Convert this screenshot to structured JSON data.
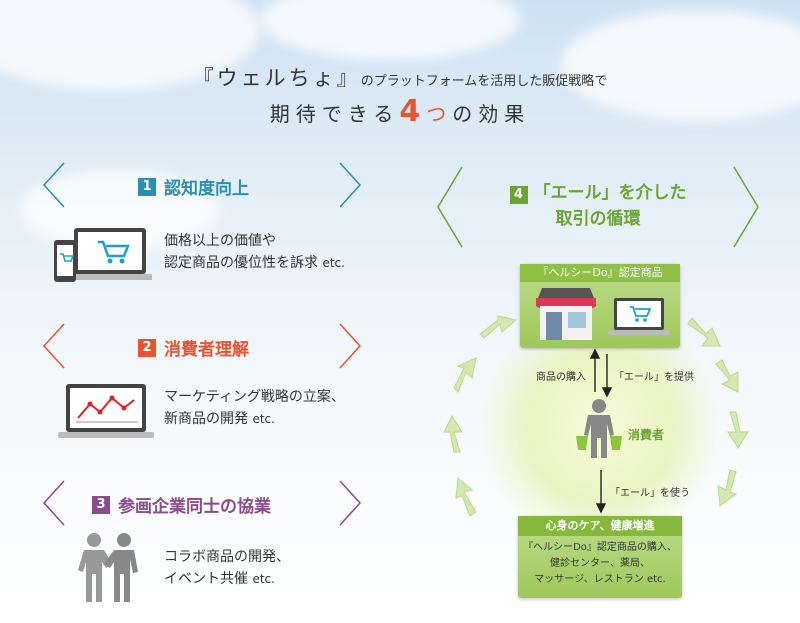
{
  "header": {
    "brand": "『ウェルちょ』",
    "line1_rest": "のプラットフォームを活用した販促戦略で",
    "line2_pre": "期待できる",
    "line2_num": "4",
    "line2_tsu": "つ",
    "line2_post": "の効果"
  },
  "colors": {
    "teal": "#2a8fb1",
    "orange": "#e8542f",
    "purple": "#8b4a8a",
    "green": "#6aa531"
  },
  "effects": [
    {
      "number": "1",
      "title": "認知度向上",
      "desc_line1": "価格以上の価値や",
      "desc_line2": "認定商品の優位性を訴求",
      "etc": "etc.",
      "icon": "devices-cart-icon"
    },
    {
      "number": "2",
      "title": "消費者理解",
      "desc_line1": "マーケティング戦略の立案、",
      "desc_line2": "新商品の開発",
      "etc": "etc.",
      "icon": "laptop-chart-icon"
    },
    {
      "number": "3",
      "title": "参画企業同士の協業",
      "desc_line1": "コラボ商品の開発、",
      "desc_line2": "イベント共催",
      "etc": "etc.",
      "icon": "handshake-icon"
    }
  ],
  "cycle": {
    "number": "4",
    "title_line1": "「エール」を介した",
    "title_line2": "取引の循環",
    "top_card_title": "『ヘルシーDo』認定商品",
    "buy_label": "商品の購入",
    "provide_label": "「エール」を提供",
    "consumer_label": "消費者",
    "use_label": "「エール」を使う",
    "bottom_card_title": "心身のケア、健康増進",
    "bottom_line1": "『ヘルシーDo』認定商品の購入、",
    "bottom_line2": "健診センター、薬局、",
    "bottom_line3": "マッサージ、レストラン etc."
  }
}
